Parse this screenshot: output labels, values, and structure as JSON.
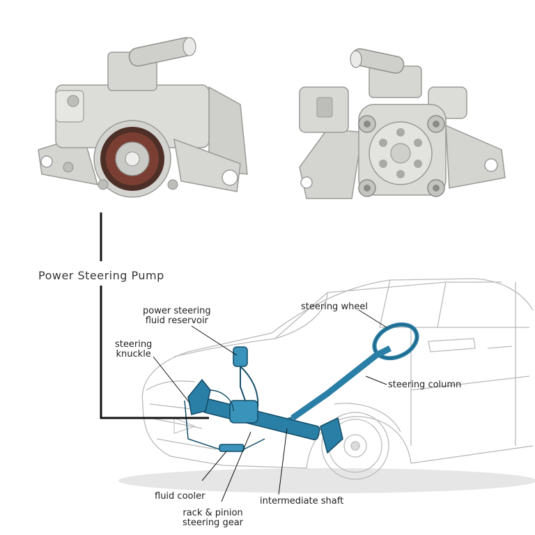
{
  "main_label": "Power Steering Pump",
  "labels": {
    "fluid_reservoir": {
      "line1": "power steering",
      "line2": "fluid reservoir"
    },
    "steering_knuckle": {
      "line1": "steering",
      "line2": "knuckle"
    },
    "steering_wheel": "steering wheel",
    "steering_column": "steering column",
    "fluid_cooler": "fluid cooler",
    "rack_pinion": {
      "line1": "rack & pinion",
      "line2": "steering gear"
    },
    "intermediate_shaft": "intermediate shaft"
  },
  "colors": {
    "metal": "#d9d9d6",
    "metal_dark": "#a9a9a6",
    "pulley": "#7a3f32",
    "component_blue": "#2a7fa6",
    "outline": "#b9b9b9",
    "leader": "#111111"
  }
}
